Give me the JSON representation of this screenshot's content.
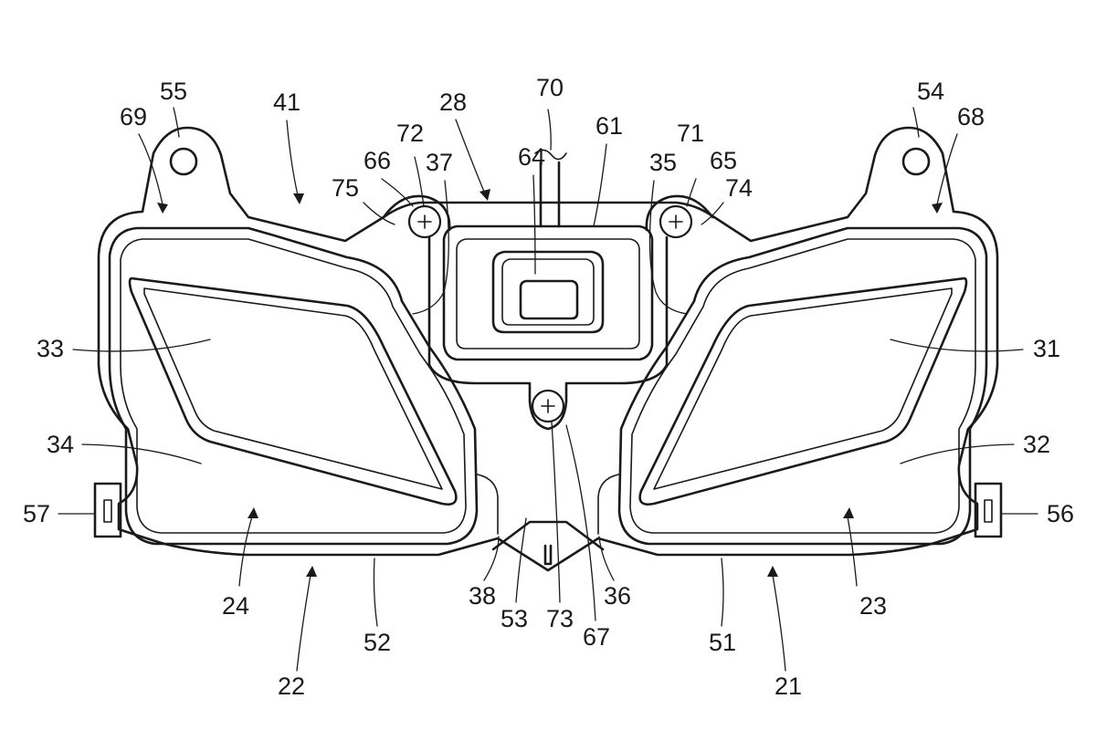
{
  "figure": {
    "background": "#ffffff",
    "line_color": "#1a1a1a"
  },
  "labels": [
    {
      "id": "l55",
      "text": "55"
    },
    {
      "id": "l69",
      "text": "69"
    },
    {
      "id": "l41",
      "text": "41"
    },
    {
      "id": "l28",
      "text": "28"
    },
    {
      "id": "l70",
      "text": "70"
    },
    {
      "id": "l54",
      "text": "54"
    },
    {
      "id": "l68",
      "text": "68"
    },
    {
      "id": "l72",
      "text": "72"
    },
    {
      "id": "l66",
      "text": "66"
    },
    {
      "id": "l37",
      "text": "37"
    },
    {
      "id": "l64",
      "text": "64"
    },
    {
      "id": "l61",
      "text": "61"
    },
    {
      "id": "l71",
      "text": "71"
    },
    {
      "id": "l35",
      "text": "35"
    },
    {
      "id": "l65",
      "text": "65"
    },
    {
      "id": "l75",
      "text": "75"
    },
    {
      "id": "l74",
      "text": "74"
    },
    {
      "id": "l33",
      "text": "33"
    },
    {
      "id": "l31",
      "text": "31"
    },
    {
      "id": "l34",
      "text": "34"
    },
    {
      "id": "l32",
      "text": "32"
    },
    {
      "id": "l57",
      "text": "57"
    },
    {
      "id": "l56",
      "text": "56"
    },
    {
      "id": "l24",
      "text": "24"
    },
    {
      "id": "l38",
      "text": "38"
    },
    {
      "id": "l36",
      "text": "36"
    },
    {
      "id": "l23",
      "text": "23"
    },
    {
      "id": "l52",
      "text": "52"
    },
    {
      "id": "l53",
      "text": "53"
    },
    {
      "id": "l73",
      "text": "73"
    },
    {
      "id": "l51",
      "text": "51"
    },
    {
      "id": "l67",
      "text": "67"
    },
    {
      "id": "l22",
      "text": "22"
    },
    {
      "id": "l21",
      "text": "21"
    }
  ]
}
